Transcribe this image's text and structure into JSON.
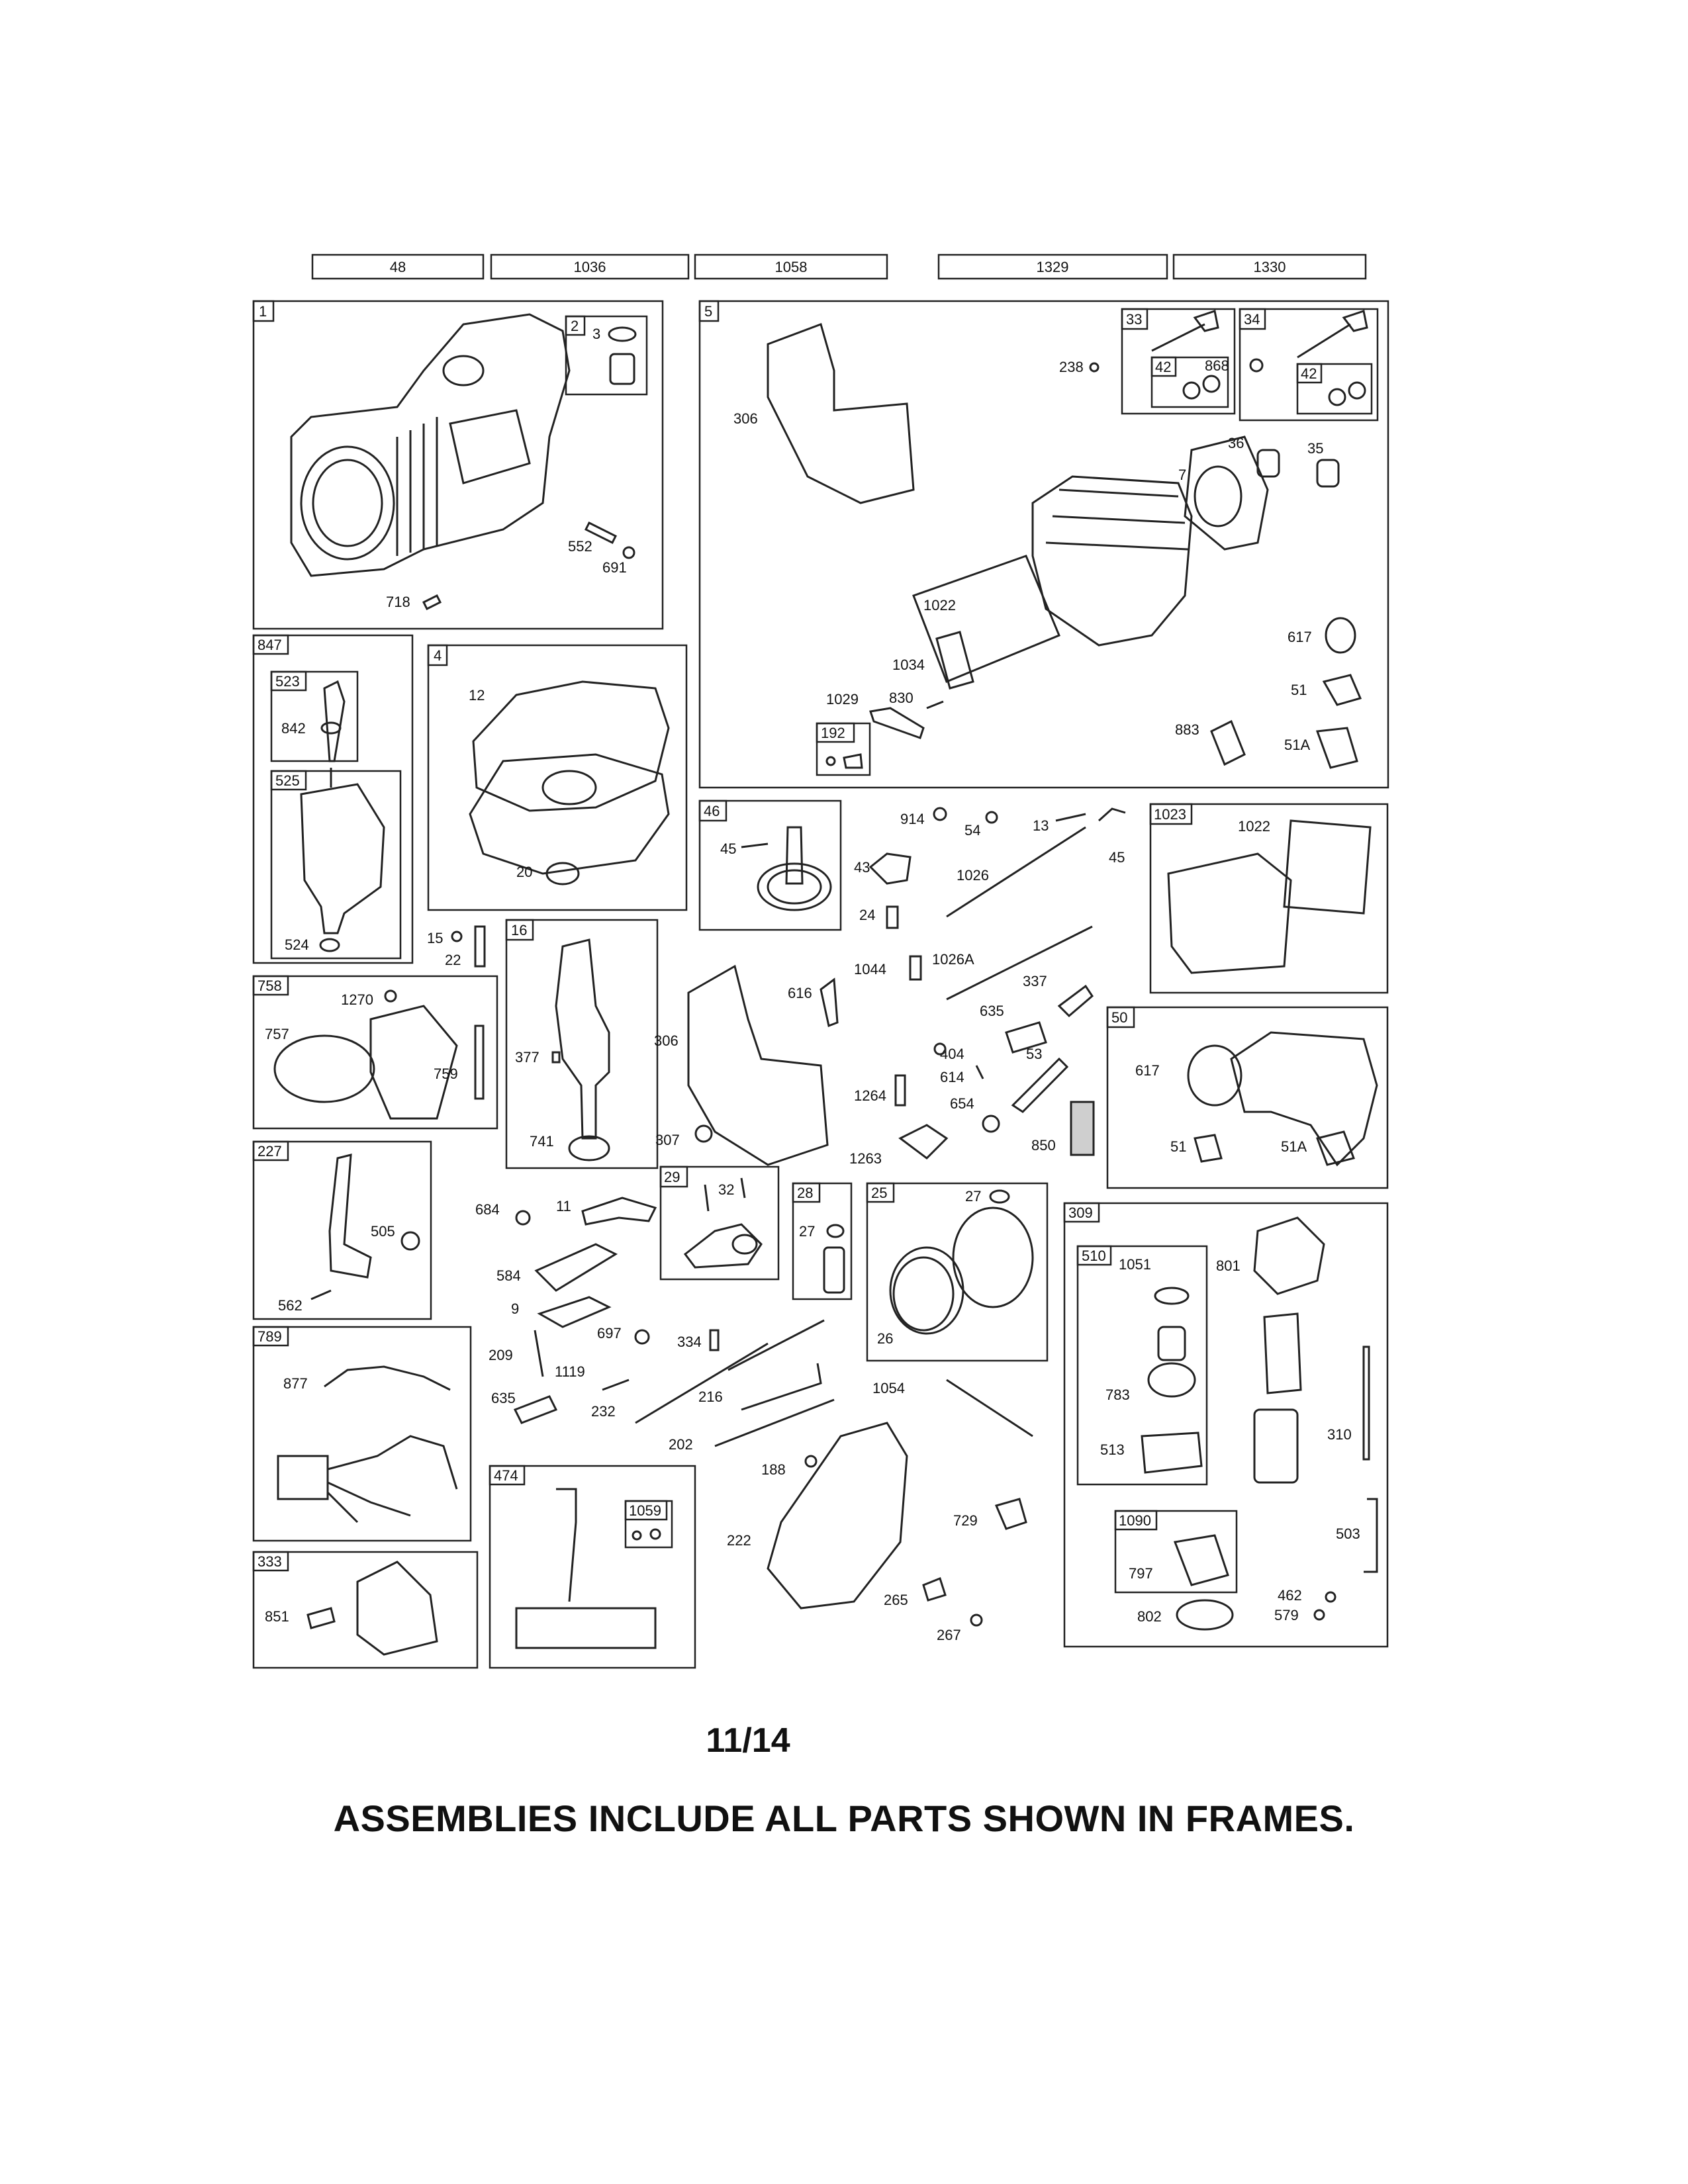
{
  "header_boxes": [
    "48",
    "1036",
    "1058",
    "1329",
    "1330"
  ],
  "frames": {
    "f1": "1",
    "f2": "2",
    "f5": "5",
    "f33": "33",
    "f34": "34",
    "f42a": "42",
    "f42b": "42",
    "f847": "847",
    "f523": "523",
    "f525": "525",
    "f4": "4",
    "f192": "192",
    "f46": "46",
    "f1023": "1023",
    "f16": "16",
    "f758": "758",
    "f50": "50",
    "f227": "227",
    "f29": "29",
    "f28": "28",
    "f25": "25",
    "f309": "309",
    "f510": "510",
    "f789": "789",
    "f474": "474",
    "f1059": "1059",
    "f1090": "1090",
    "f333": "333"
  },
  "labels": {
    "p3": "3",
    "p552": "552",
    "p691": "691",
    "p718": "718",
    "p306a": "306",
    "p238": "238",
    "p868": "868",
    "p36": "36",
    "p35": "35",
    "p7": "7",
    "p1022a": "1022",
    "p1034": "1034",
    "p1029": "1029",
    "p830": "830",
    "p617a": "617",
    "p51a": "51",
    "p883": "883",
    "p51Aa": "51A",
    "p842": "842",
    "p524": "524",
    "p12": "12",
    "p20": "20",
    "p914": "914",
    "p54": "54",
    "p13": "13",
    "p45a": "45",
    "p43": "43",
    "p1026": "1026",
    "p45b": "45",
    "p24": "24",
    "p1022b": "1022",
    "p15": "15",
    "p22": "22",
    "p1044": "1044",
    "p1026A": "1026A",
    "p337": "337",
    "p1270": "1270",
    "p757": "757",
    "p759": "759",
    "p377": "377",
    "p741": "741",
    "p306b": "306",
    "p616": "616",
    "p635a": "635",
    "p404": "404",
    "p53": "53",
    "p614": "614",
    "p1264": "1264",
    "p654": "654",
    "p307": "307",
    "p1263": "1263",
    "p850": "850",
    "p617b": "617",
    "p51b": "51",
    "p51Ab": "51A",
    "p505": "505",
    "p562": "562",
    "p684": "684",
    "p11": "11",
    "p32": "32",
    "p27a": "27",
    "p27b": "27",
    "p584": "584",
    "p9": "9",
    "p26": "26",
    "p1051": "1051",
    "p801": "801",
    "p877": "877",
    "p209": "209",
    "p697": "697",
    "p334": "334",
    "p1119": "1119",
    "p635b": "635",
    "p232": "232",
    "p216": "216",
    "p1054": "1054",
    "p783": "783",
    "p310": "310",
    "p513": "513",
    "p202": "202",
    "p188": "188",
    "p222": "222",
    "p729": "729",
    "p503": "503",
    "p797": "797",
    "p851": "851",
    "p265": "265",
    "p267": "267",
    "p462": "462",
    "p579": "579",
    "p802": "802"
  },
  "page_number": "11/14",
  "footer_note": "ASSEMBLIES INCLUDE ALL PARTS SHOWN IN FRAMES."
}
